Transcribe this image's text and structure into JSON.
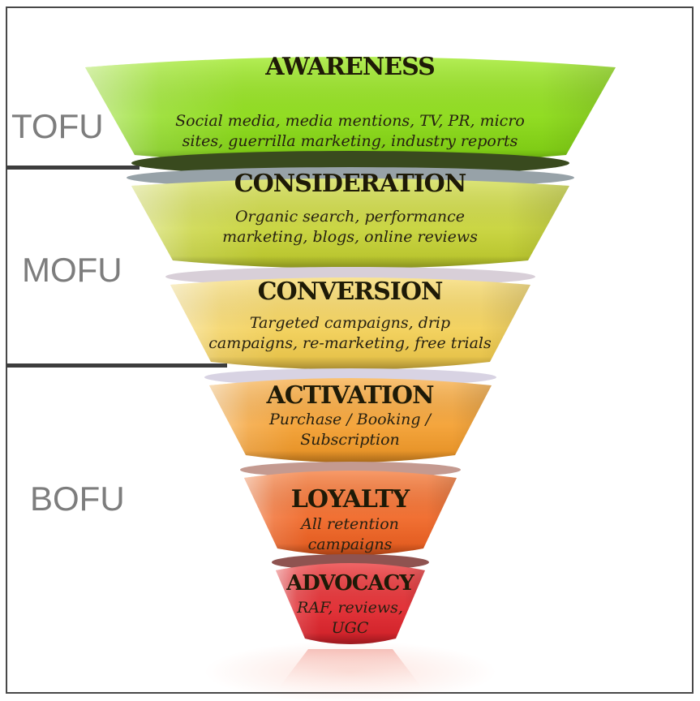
{
  "zones": {
    "tofu": {
      "label": "TOFU"
    },
    "mofu": {
      "label": "MOFU"
    },
    "bofu": {
      "label": "BOFU"
    }
  },
  "funnel": {
    "stages": [
      {
        "id": "awareness",
        "title": "AWARENESS",
        "description": "Social media, media mentions, TV, PR, micro\nsites, guerrilla marketing, industry reports",
        "color_top": "#a8ec3a",
        "color_bottom": "#7fd011",
        "lip_color": null
      },
      {
        "id": "consideration",
        "title": "CONSIDERATION",
        "description": "Organic search, performance\nmarketing, blogs, online reviews",
        "color_top": "#d9e264",
        "color_bottom": "#bfcc2b",
        "lip_color": "#97a2a8"
      },
      {
        "id": "conversion",
        "title": "CONVERSION",
        "description": "Targeted campaigns, drip\ncampaigns, re-marketing, free trials",
        "color_top": "#f9e082",
        "color_bottom": "#efc847",
        "lip_color": "#d8cfd8"
      },
      {
        "id": "activation",
        "title": "ACTIVATION",
        "description": "Purchase / Booking /\nSubscription",
        "color_top": "#fab95e",
        "color_bottom": "#f09624",
        "lip_color": "#d8d3e3"
      },
      {
        "id": "loyalty",
        "title": "LOYALTY",
        "description": "All retention\ncampaigns",
        "color_top": "#f78a50",
        "color_bottom": "#ec5c1d",
        "lip_color": "#c49a90"
      },
      {
        "id": "advocacy",
        "title": "ADVOCACY",
        "description": "RAF, reviews,\nUGC",
        "color_top": "#ee4d4e",
        "color_bottom": "#d92029",
        "lip_color": "#8f5350"
      }
    ]
  }
}
